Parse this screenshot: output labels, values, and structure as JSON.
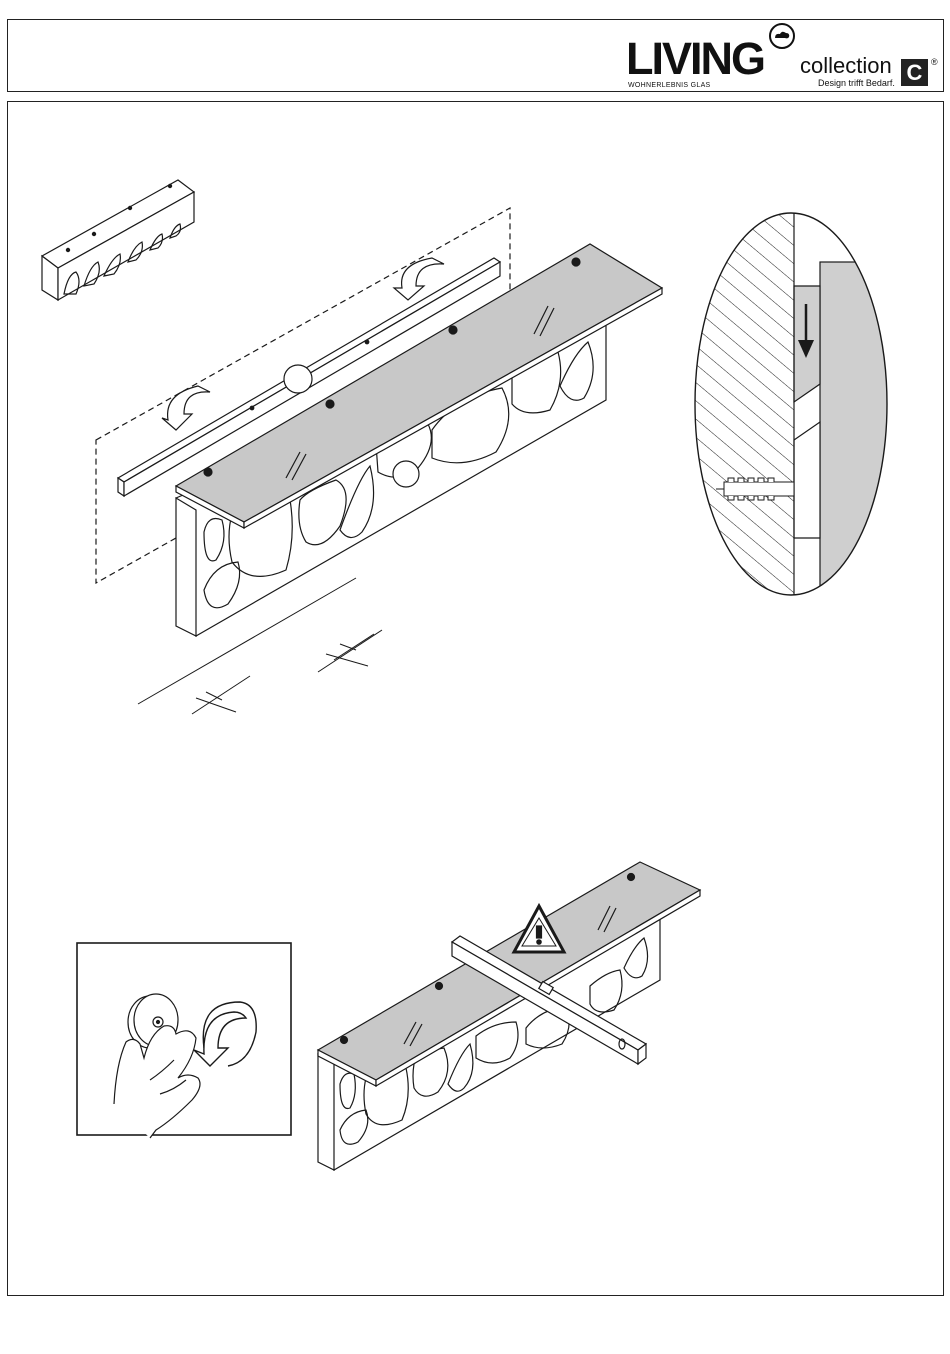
{
  "header": {
    "brand_name": "LIVING",
    "brand_subtitle": "WOHNERLEBNIS GLAS",
    "collection_word": "collection",
    "collection_letter": "C",
    "registered_mark": "®",
    "tagline": "Design trifft Bedarf."
  },
  "illustrations": {
    "step1": "shelf-wall-mounting",
    "detail": "wall-bracket-detail",
    "step2": "leveling-adjustment",
    "inset": "hand-turning-adjuster"
  },
  "colors": {
    "line": "#1a1a1a",
    "glass_fill": "#c8c8c8",
    "wall_fill": "#cfcfcf"
  }
}
